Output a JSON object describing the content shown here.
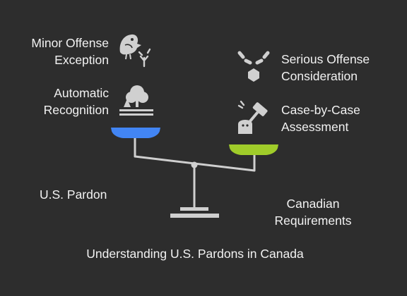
{
  "title": "Understanding U.S. Pardons in Canada",
  "left_side": {
    "name": "U.S. Pardon",
    "pan_color": "#4285f4",
    "items": [
      {
        "label_line1": "Minor Offense",
        "label_line2": "Exception",
        "icon": "bird-sprout-icon"
      },
      {
        "label_line1": "Automatic",
        "label_line2": "Recognition",
        "icon": "tree-landscape-icon"
      }
    ]
  },
  "right_side": {
    "name_line1": "Canadian",
    "name_line2": "Requirements",
    "pan_color": "#a0cc2a",
    "items": [
      {
        "label_line1": "Serious Offense",
        "label_line2": "Consideration",
        "icon": "chain-hexagon-icon"
      },
      {
        "label_line1": "Case-by-Case",
        "label_line2": "Assessment",
        "icon": "gavel-icon"
      }
    ]
  },
  "colors": {
    "background": "#2d2d2d",
    "text": "#f2f2f2",
    "icon": "#d0d0d0",
    "scale": "#cfcfcf"
  }
}
